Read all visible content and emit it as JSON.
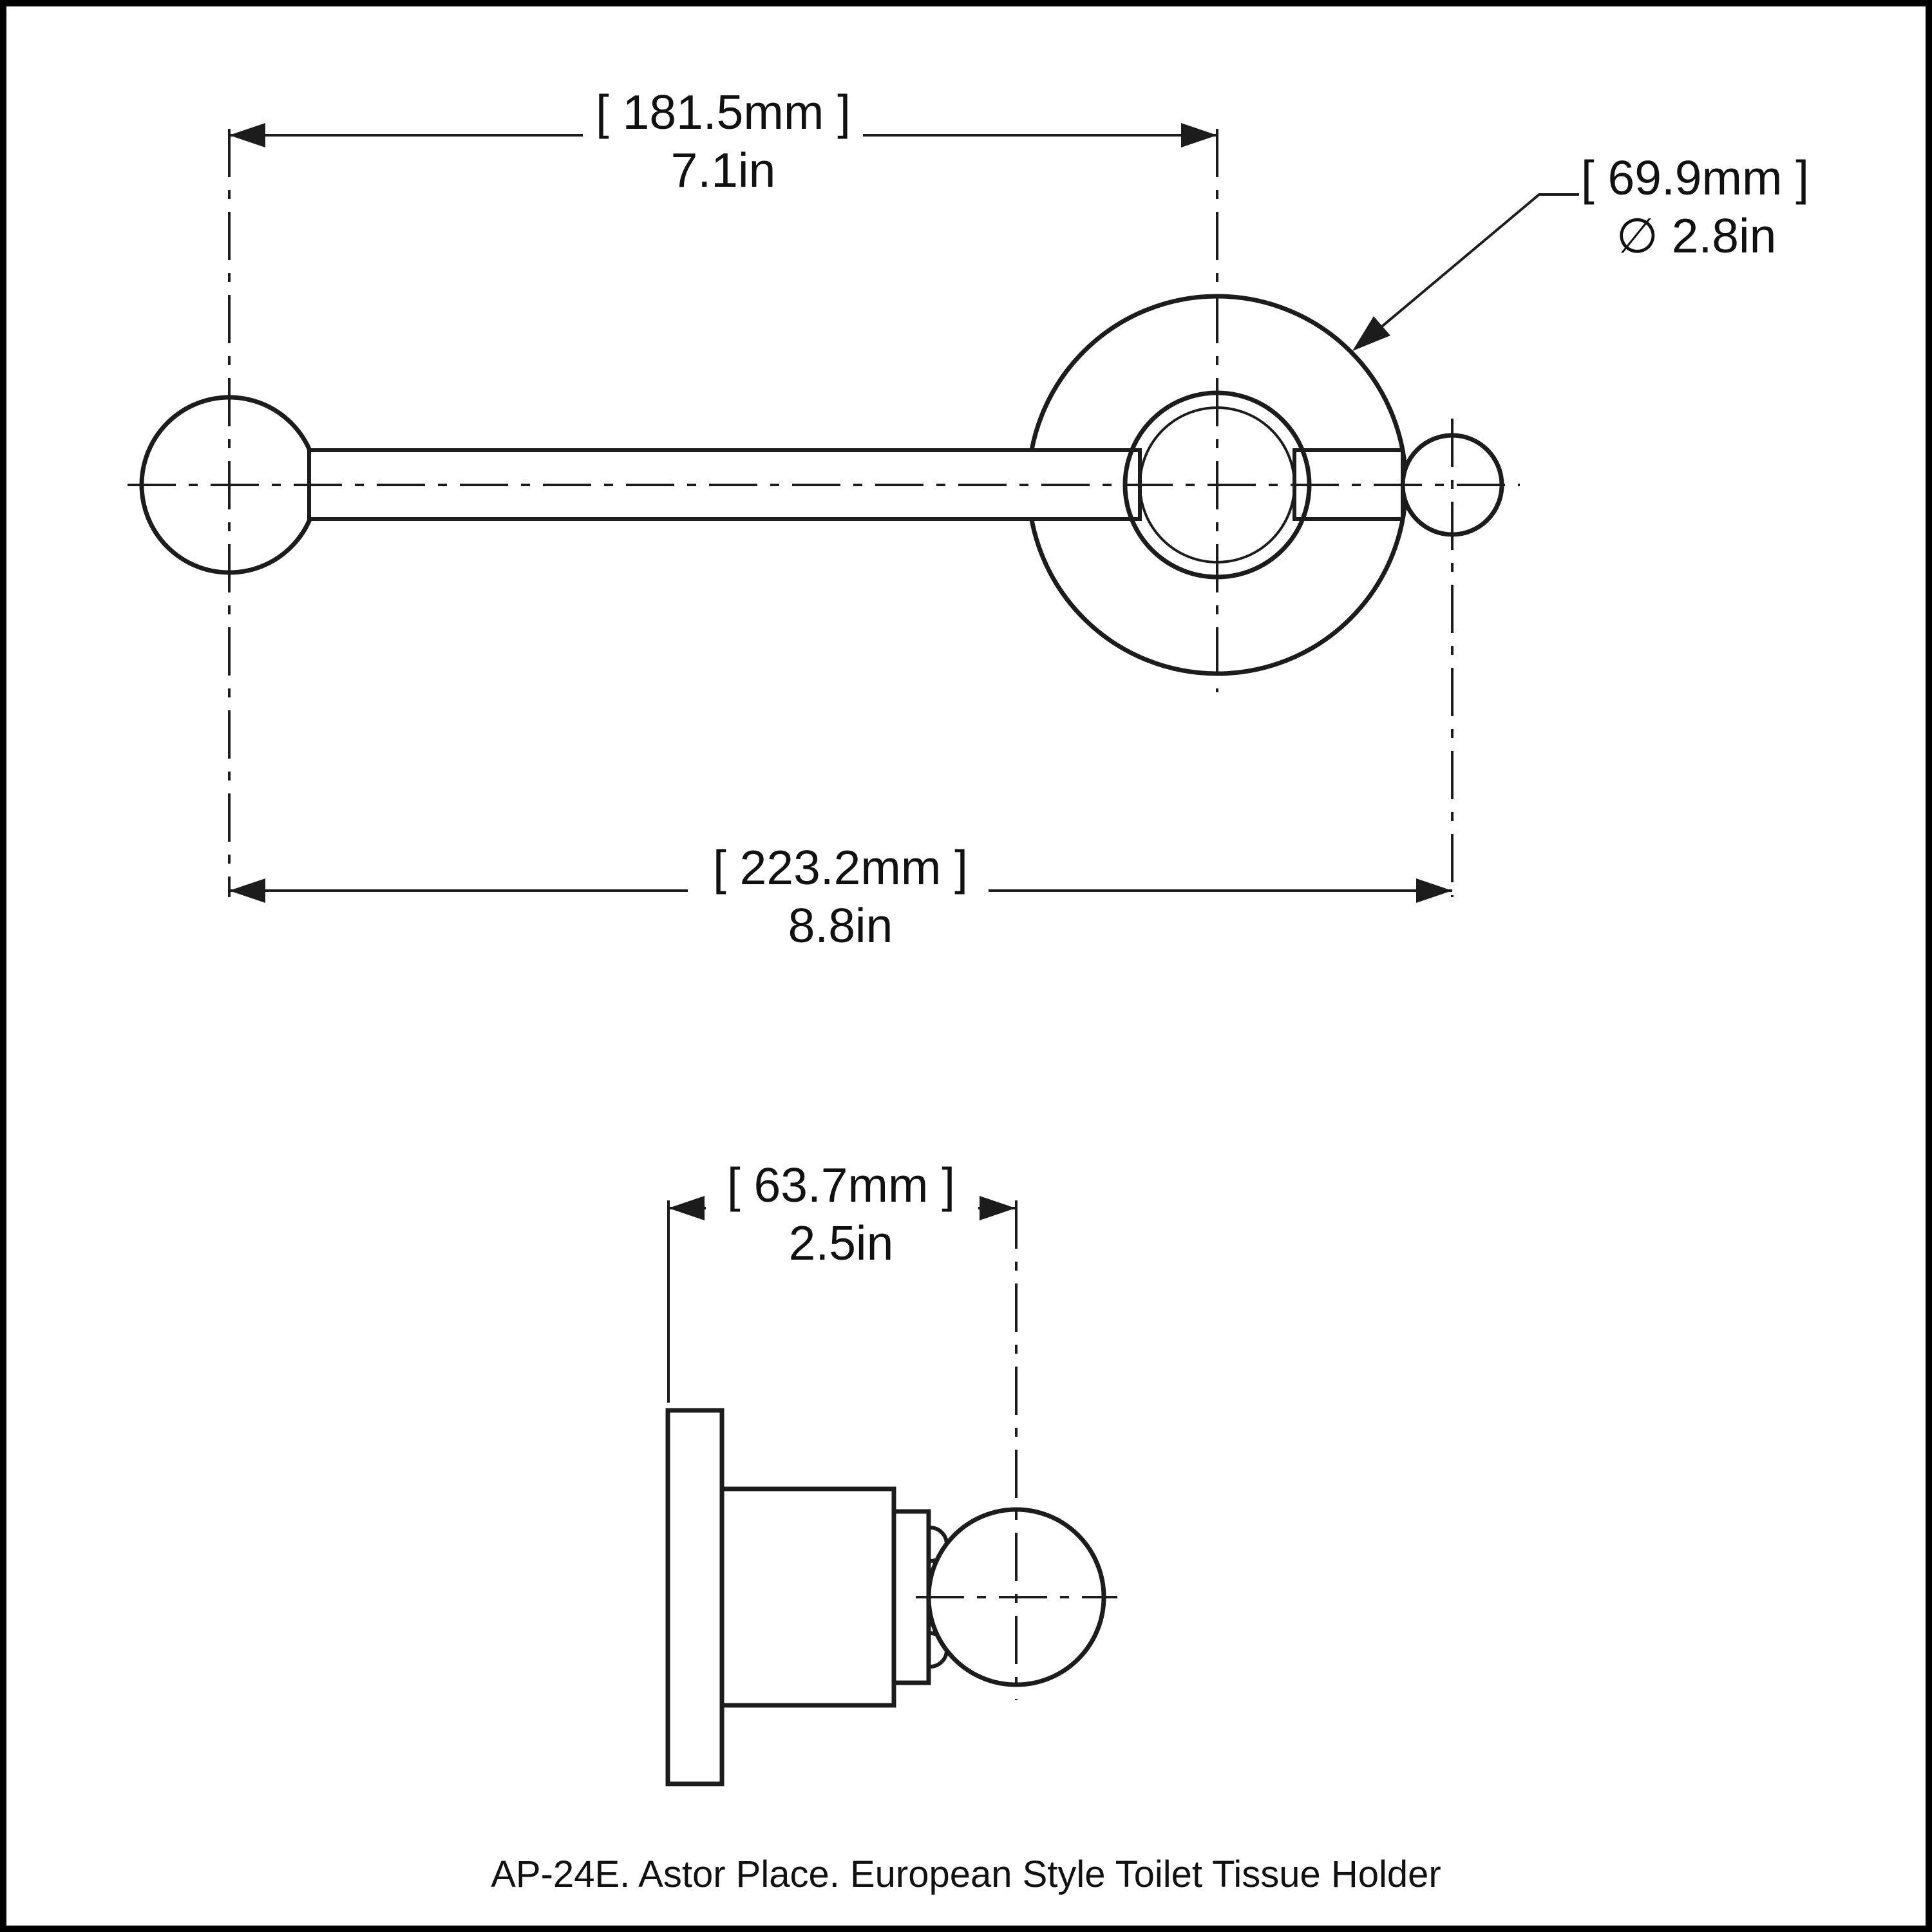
{
  "title_block": {
    "caption": "AP-24E. Astor Place. European Style Toilet Tissue Holder"
  },
  "top_view": {
    "dim_center_to_center": {
      "mm": "[ 181.5mm ]",
      "inch": "7.1in"
    },
    "dim_overall_length": {
      "mm": "[ 223.2mm ]",
      "inch": "8.8in"
    },
    "dim_rosette_diameter": {
      "mm": "[ 69.9mm ]",
      "inch": "∅ 2.8in"
    }
  },
  "side_view": {
    "dim_projection": {
      "mm": "[ 63.7mm ]",
      "inch": "2.5in"
    }
  },
  "colors": {
    "line": "#1c1c1c",
    "background": "#ffffff",
    "frame": "#000000"
  }
}
